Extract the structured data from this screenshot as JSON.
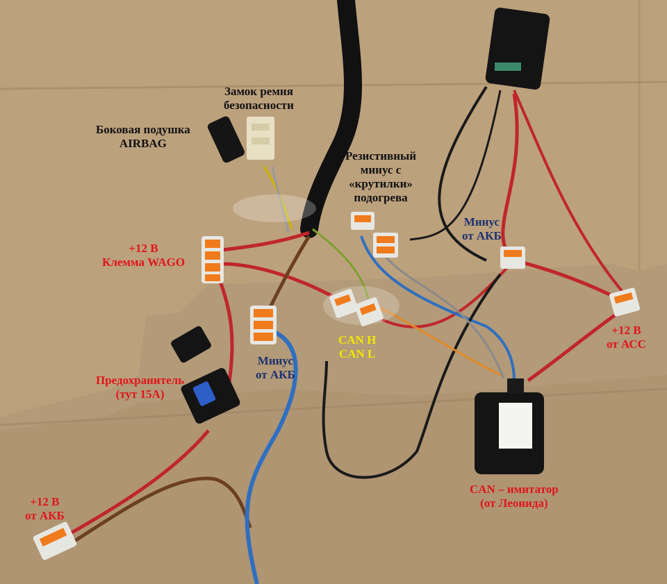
{
  "colors": {
    "cardboard": "#b39a78",
    "cardboard_light": "#c9b08a",
    "cardboard_dark": "#9c8360",
    "label_black": "#111111",
    "label_red": "#e0151a",
    "label_navy": "#1d3170",
    "label_yellow": "#f3e800",
    "wire_red": "#c0262c",
    "wire_brown": "#6b3f22",
    "wire_blue": "#2f6fc0",
    "wire_black": "#1a1a1a",
    "wago_orange": "#f07b1c"
  },
  "labels": {
    "seatbelt": [
      "Замок ремня",
      "безопасности"
    ],
    "airbag": [
      "Боковая подушка",
      "AIRBAG"
    ],
    "resistive": [
      "Резистивный",
      "минус с",
      "«крутилки»",
      "подогрева"
    ],
    "wago_plus": [
      "+12 В",
      "Клемма WAGO"
    ],
    "minus_akb_top": [
      "Минус",
      "от АКБ"
    ],
    "can": [
      "CAN H",
      "CAN L"
    ],
    "minus_akb_mid": [
      "Минус",
      "от АКБ"
    ],
    "plus_acc": [
      "+12 В",
      "от АСС"
    ],
    "fuse": [
      "Предохранитель",
      "(тут 15А)"
    ],
    "can_imitator": [
      "CAN – имитатор",
      "(от Леонида)"
    ],
    "plus_akb": [
      "+12 В",
      "от АКБ"
    ]
  },
  "icons": {
    "wago": "wago-connector-icon",
    "fuse": "fuse-holder-icon",
    "switch": "switch-block-icon",
    "module": "can-module-icon"
  }
}
